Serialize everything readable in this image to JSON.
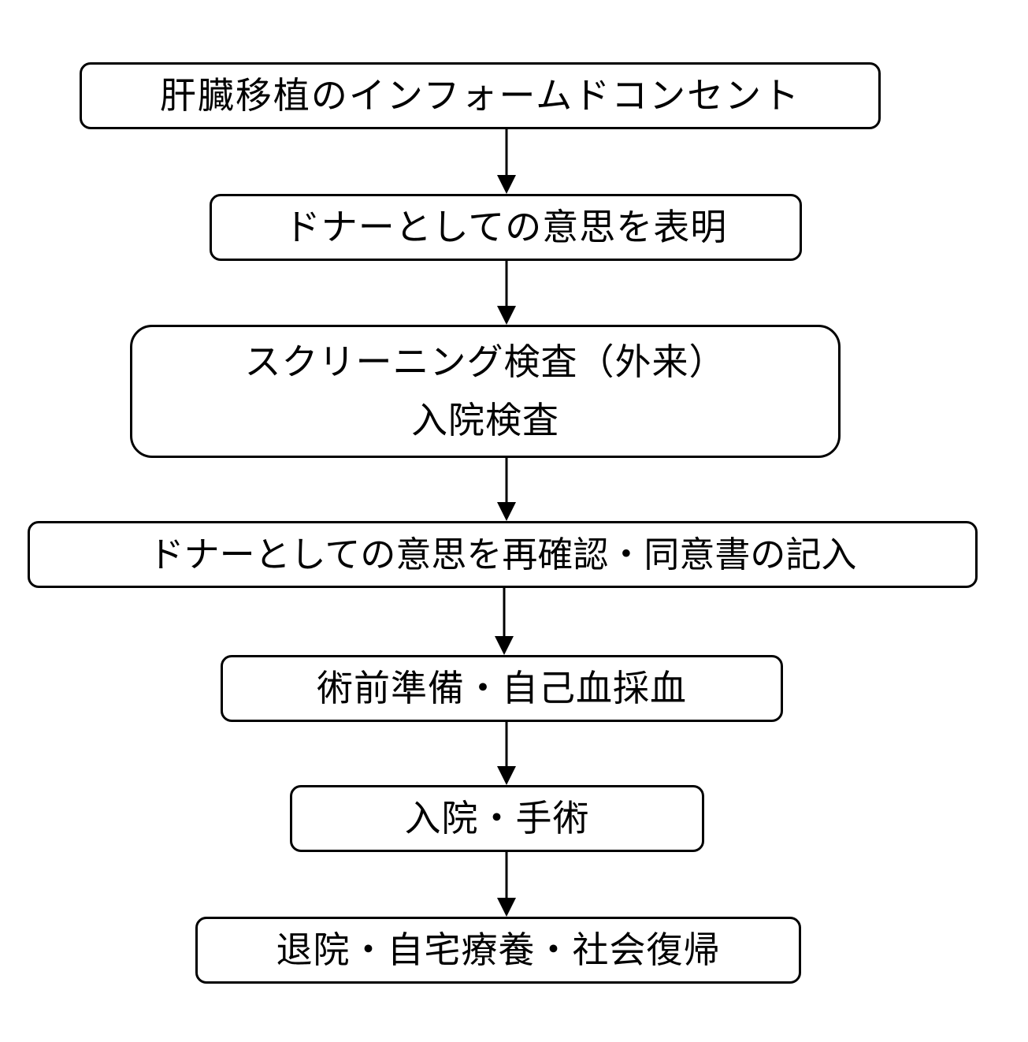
{
  "flowchart": {
    "steps": [
      {
        "lines": [
          "肝臓移植のインフォームドコンセント"
        ]
      },
      {
        "lines": [
          "ドナーとしての意思を表明"
        ]
      },
      {
        "lines": [
          "スクリーニング検査（外来）",
          "入院検査"
        ]
      },
      {
        "lines": [
          "ドナーとしての意思を再確認・同意書の記入"
        ]
      },
      {
        "lines": [
          "術前準備・自己血採血"
        ]
      },
      {
        "lines": [
          "入院・手術"
        ]
      },
      {
        "lines": [
          "退院・自宅療養・社会復帰"
        ]
      }
    ]
  },
  "colors": {
    "stroke": "#000000",
    "background": "#ffffff"
  }
}
